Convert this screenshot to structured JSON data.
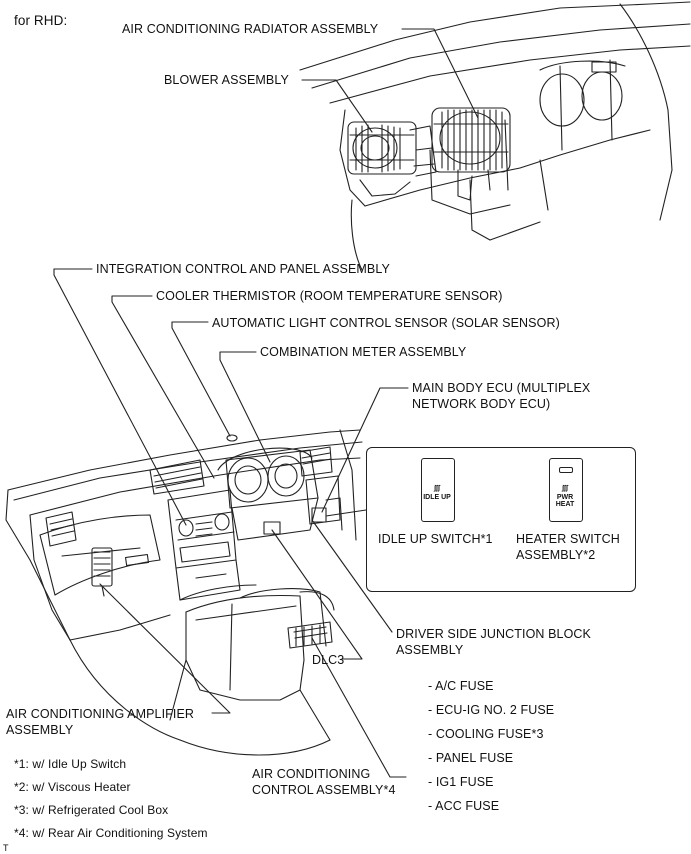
{
  "variant": "for RHD:",
  "top_view": {
    "radiator_label": "AIR CONDITIONING RADIATOR ASSEMBLY",
    "blower_label": "BLOWER ASSEMBLY"
  },
  "main_view": {
    "integration_label": "INTEGRATION CONTROL AND PANEL ASSEMBLY",
    "cooler_thermistor_label": "COOLER THERMISTOR (ROOM TEMPERATURE SENSOR)",
    "light_sensor_label": "AUTOMATIC LIGHT CONTROL SENSOR (SOLAR SENSOR)",
    "combination_meter_label": "COMBINATION METER ASSEMBLY",
    "main_body_ecu_label": "MAIN BODY ECU (MULTIPLEX NETWORK BODY ECU)",
    "junction_block_label": "DRIVER SIDE JUNCTION BLOCK ASSEMBLY",
    "dlc3_label": "DLC3",
    "amplifier_label": "AIR CONDITIONING AMPLIFIER ASSEMBLY",
    "control_assembly_label": "AIR CONDITIONING CONTROL ASSEMBLY*4"
  },
  "switch_inset": {
    "idle_up_label": "IDLE UP SWITCH*1",
    "heater_switch_label": "HEATER SWITCH ASSEMBLY*2",
    "idle_up_icon_text": "IDLE UP",
    "heater_icon_text": "PWR HEAT"
  },
  "fuses": [
    "- A/C FUSE",
    "- ECU-IG NO. 2 FUSE",
    "- COOLING FUSE*3",
    "- PANEL FUSE",
    "- IG1 FUSE",
    "- ACC FUSE"
  ],
  "footnotes": [
    "*1: w/ Idle Up Switch",
    "*2: w/ Viscous Heater",
    "*3: w/ Refrigerated Cool Box",
    "*4: w/ Rear Air Conditioning System"
  ],
  "corner_mark": "T"
}
